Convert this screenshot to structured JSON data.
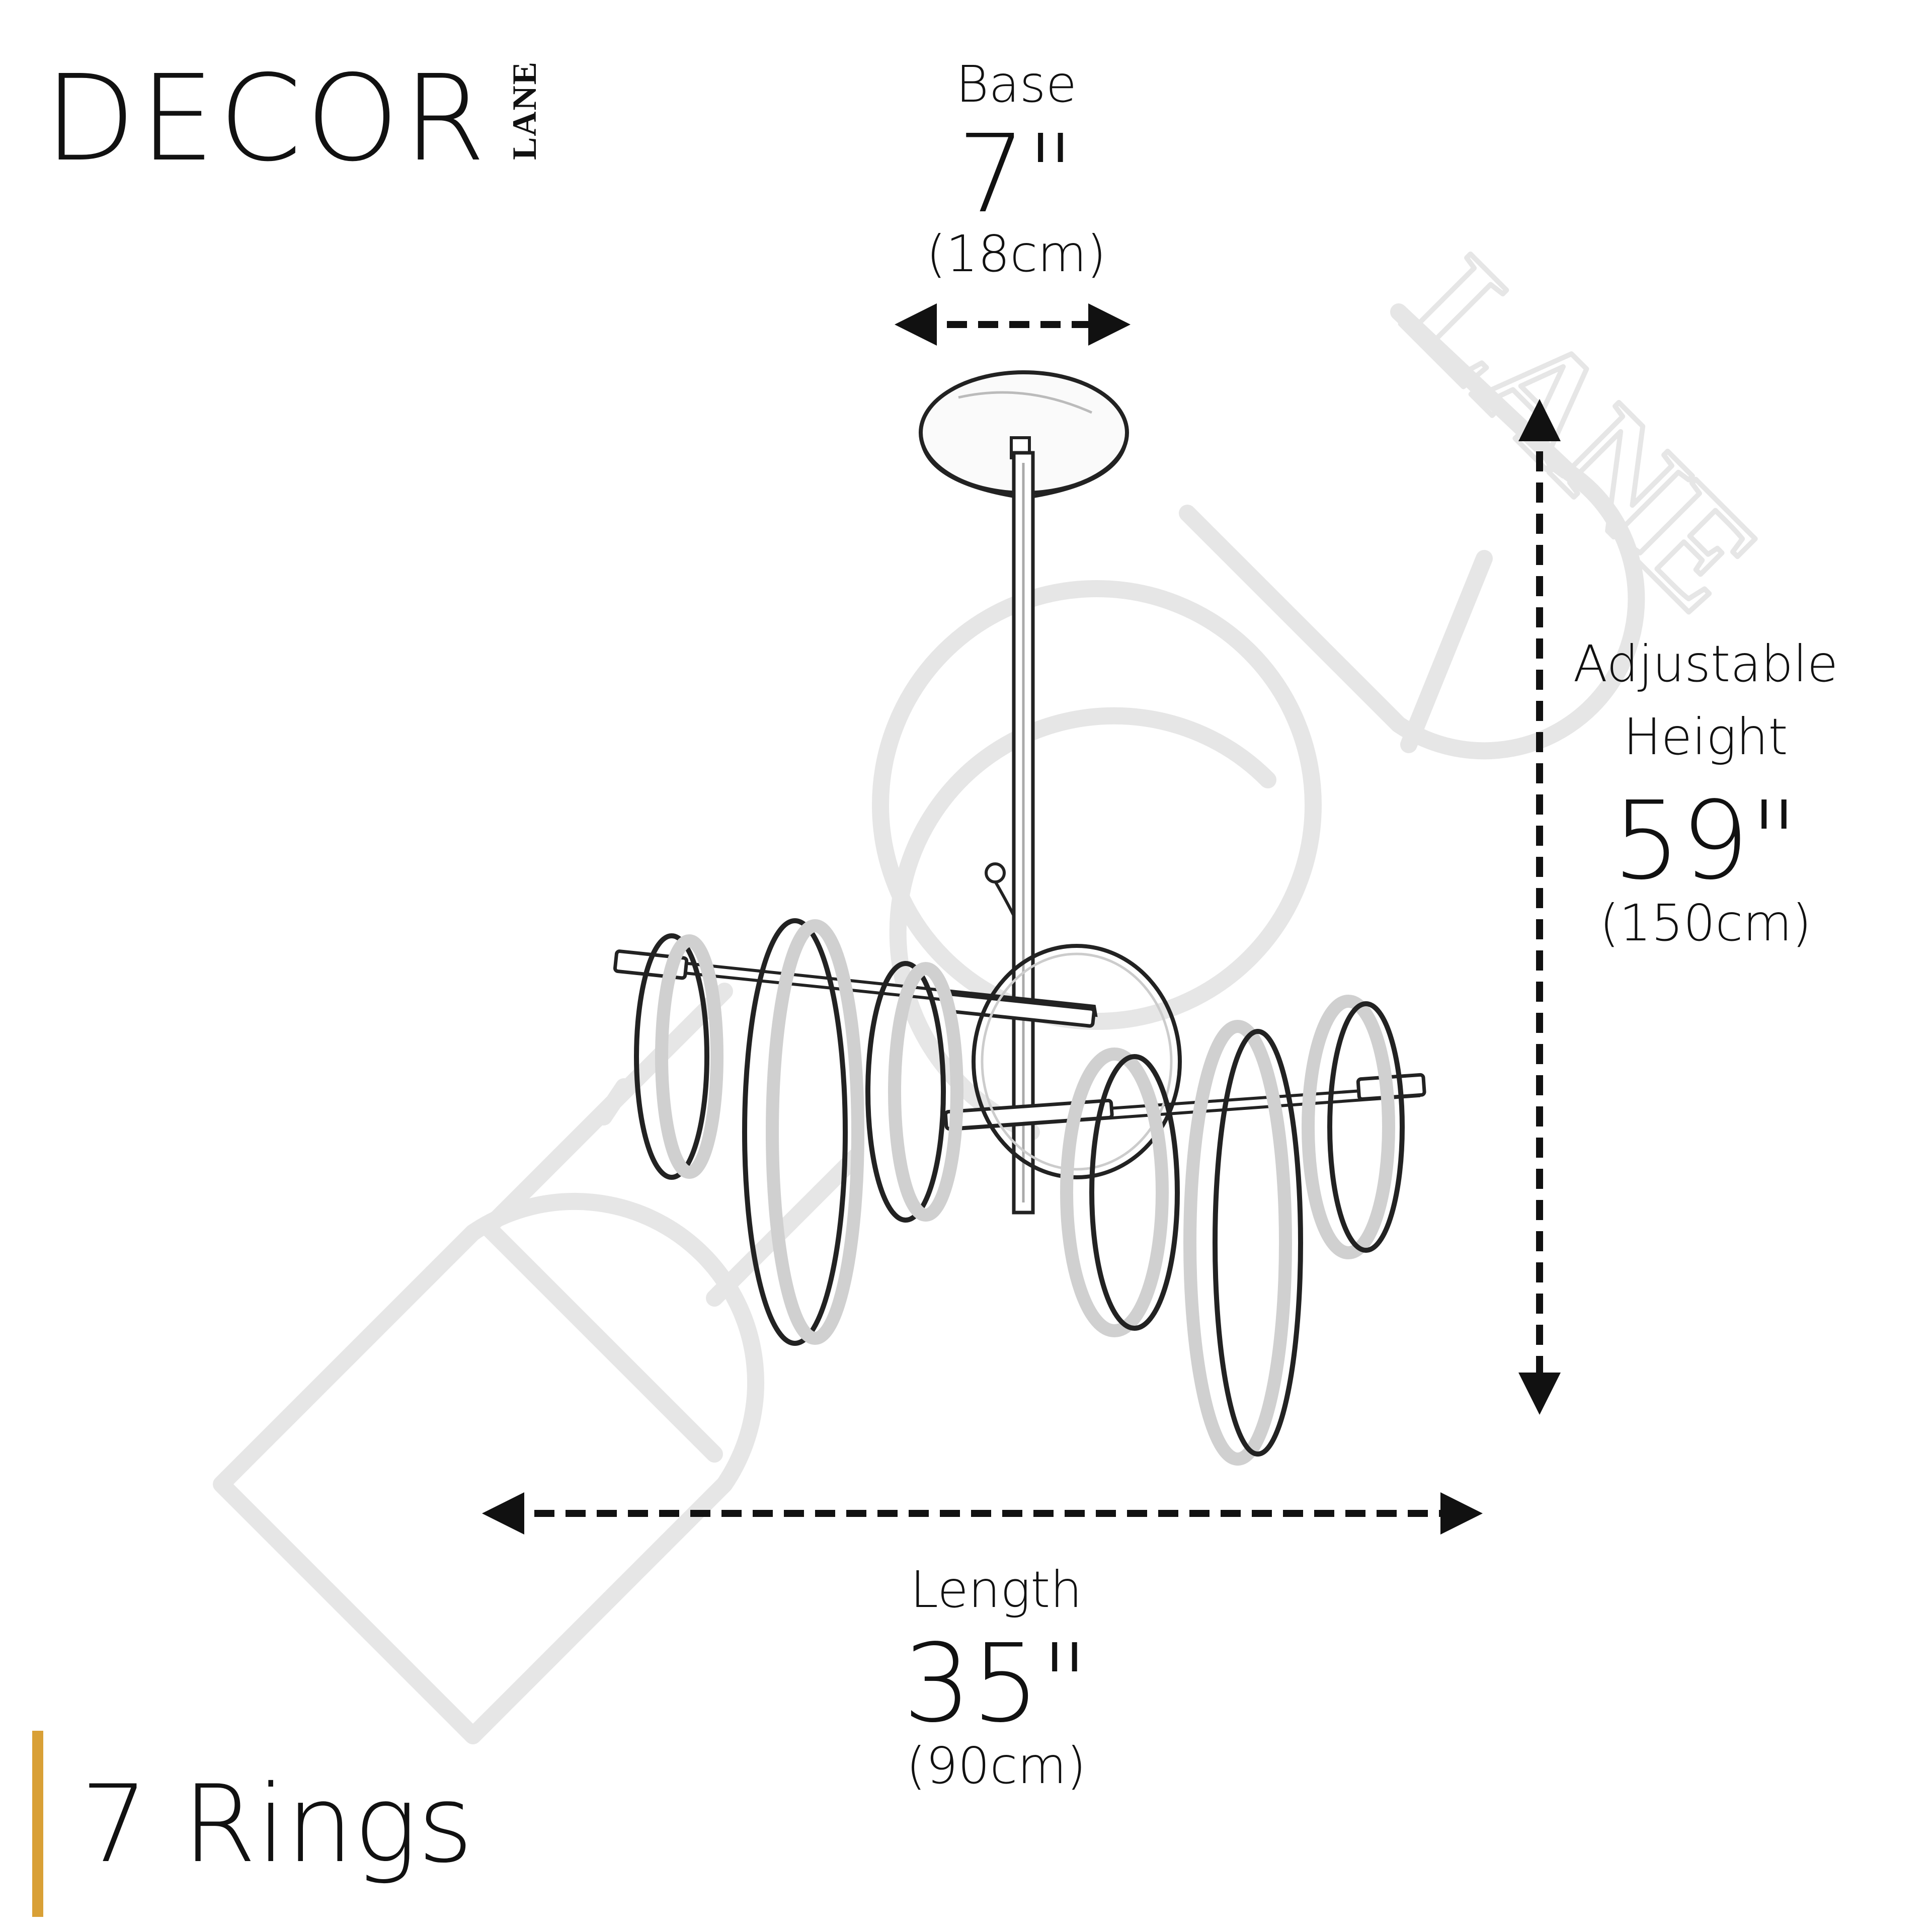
{
  "brand": {
    "name": "DECOR",
    "sub": "LANE",
    "watermark_name": "DECOR",
    "watermark_sub": "LANE"
  },
  "dimensions": {
    "base": {
      "label": "Base",
      "imperial": "7\"",
      "metric": "(18cm)"
    },
    "height": {
      "label_line1": "Adjustable",
      "label_line2": "Height",
      "imperial": "59\"",
      "metric": "(150cm)"
    },
    "length": {
      "label": "Length",
      "imperial": "35\"",
      "metric": "(90cm)"
    }
  },
  "product": {
    "rings_label": "7 Rings",
    "ring_count": 7
  },
  "colors": {
    "accent": "#d9a036",
    "ink": "#111111",
    "watermark": "#e6e6e6",
    "ring_shadow": "#c9c9c9"
  }
}
